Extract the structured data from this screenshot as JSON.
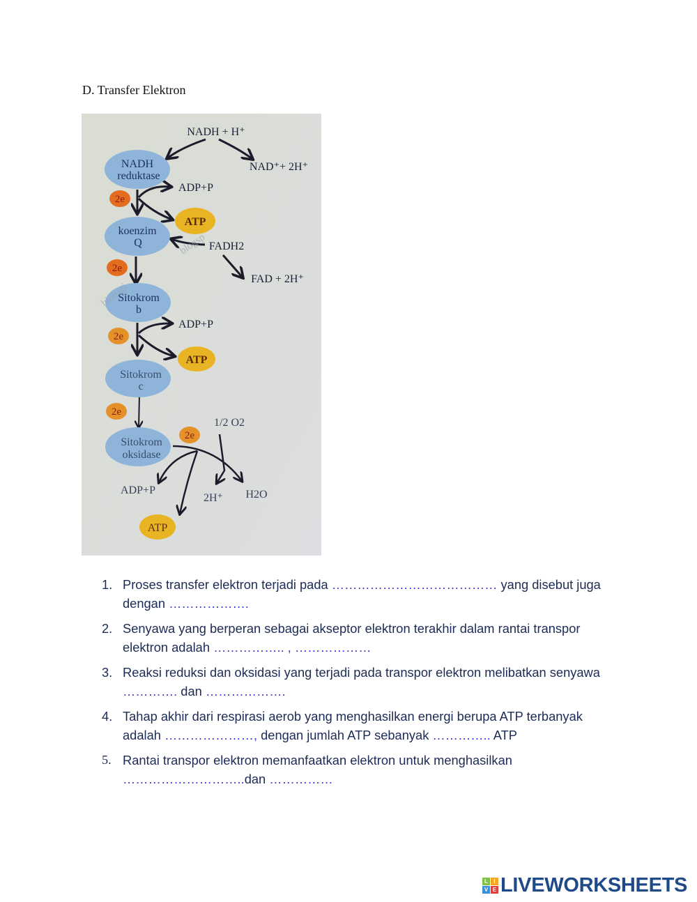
{
  "heading": "D. Transfer Elektron",
  "diagram": {
    "nadh_h": "NADH + H⁺",
    "nad_2h": "NAD⁺+ 2H⁺",
    "nadh_reductase": [
      "NADH",
      "reduktase"
    ],
    "koenzim_q": [
      "koenzim",
      "Q"
    ],
    "sitokrom_b": [
      "Sitokrom",
      "b"
    ],
    "sitokrom_c": [
      "Sitokrom",
      "c"
    ],
    "sitokrom_oksidase": [
      "Sitokrom",
      "oksidase"
    ],
    "electron": "2e",
    "adp_p": "ADP+P",
    "atp": "ATP",
    "fadh2": "FADH2",
    "fad_2h": "FAD + 2H⁺",
    "half_o2": "1/2 O2",
    "two_h": "2H⁺",
    "h2o": "H2O",
    "watermark_1": "blogsp",
    "watermark_2": "biologi"
  },
  "colors": {
    "enzyme": "#8fb4da",
    "electron": "#e46c1e",
    "atp": "#e9b423",
    "text": "#1d2b55",
    "blank": "#3a3ad0"
  },
  "questions": [
    {
      "num": "1.",
      "parts": [
        "Proses transfer elektron terjadi pada ",
        "…………………………………",
        " yang disebut juga dengan ",
        "………………."
      ]
    },
    {
      "num": "2.",
      "parts": [
        "Senyawa yang berperan sebagai akseptor elektron terakhir dalam rantai transpor elektron adalah ",
        "…………….. , ………………",
        "",
        ""
      ]
    },
    {
      "num": "3.",
      "parts": [
        "Reaksi reduksi dan oksidasi yang terjadi pada transpor elektron melibatkan senyawa ",
        "………….",
        " dan ",
        "………………."
      ]
    },
    {
      "num": "4.",
      "parts": [
        "Tahap akhir dari respirasi aerob yang menghasilkan energi berupa ATP terbanyak adalah ",
        "…………………,",
        " dengan jumlah ATP sebanyak ",
        "…………..",
        " ATP"
      ]
    },
    {
      "num": "5.",
      "parts": [
        "Rantai transpor elektron memanfaatkan elektron untuk menghasilkan ",
        "………………………..",
        "dan ",
        "……………"
      ]
    }
  ],
  "logo": {
    "blocks": [
      "L",
      "I",
      "V",
      "E"
    ],
    "text": "LIVEWORKSHEETS"
  }
}
